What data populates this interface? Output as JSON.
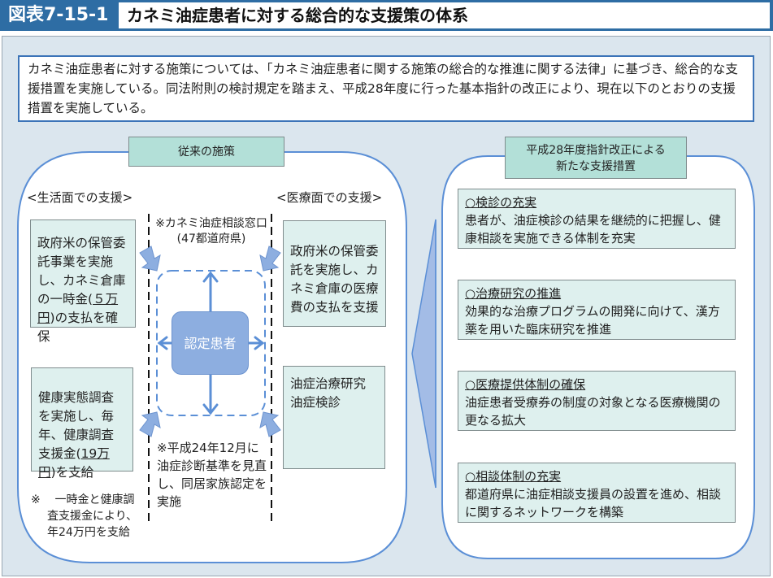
{
  "header": {
    "figure_label": "図表7-15-1",
    "title": "カネミ油症患者に対する総合的な支援策の体系"
  },
  "intro": {
    "text": "カネミ油症患者に対する施策については、「カネミ油症患者に関する施策の総合的な推進に関する法律」に基づき、総合的な支援措置を実施している。同法附則の検討規定を踏まえ、平成28年度に行った基本指針の改正により、現在以下のとおりの支援措置を実施している。"
  },
  "left_panel": {
    "tag": "従来の施策",
    "life_heading": "<生活面での支援>",
    "medical_heading": "<医療面での支援>",
    "life_box_1": {
      "text_before": "政府米の保管委託事業を実施し、カネミ倉庫の一時金(",
      "amount": "５万円",
      "text_after": ")の支払を確保"
    },
    "life_box_2": {
      "text_before": "健康実態調査を実施し、毎年、健康調査支援金(",
      "amount": "19万円",
      "text_after": ")を支給"
    },
    "medical_box_1": "政府米の保管委託を実施し、カネミ倉庫の医療費の支払を支援",
    "medical_box_2_line1": "油症治療研究",
    "medical_box_2_line2": "油症検診",
    "center_note_top_line1": "※カネミ油症相談窓口",
    "center_note_top_line2": "(47都道府県)",
    "center_node": "認定患者",
    "center_note_bottom": "※平成24年12月に油症診断基準を見直し、同居家族認定を実施",
    "footnote_mark": "※",
    "footnote_line1": "一時金と健康調",
    "footnote_line2": "査支援金により、",
    "footnote_line3": "年24万円を支給"
  },
  "right_panel": {
    "tag_line1": "平成28年度指針改正による",
    "tag_line2": "新たな支援措置",
    "items": [
      {
        "title": "○検診の充実",
        "body": "患者が、油症検診の結果を継続的に把握し、健康相談を実施できる体制を充実"
      },
      {
        "title": "○治療研究の推進",
        "body": "効果的な治療プログラムの開発に向けて、漢方薬を用いた臨床研究を推進"
      },
      {
        "title": "○医療提供体制の確保",
        "body": "油症患者受療券の制度の対象となる医療機関の更なる拡大"
      },
      {
        "title": "○相談体制の充実",
        "body": "都道府県に油症相談支援員の設置を進め、相談に関するネットワークを構築"
      }
    ]
  },
  "colors": {
    "title_bar": "#2e6da4",
    "frame_bg": "#dbe6ee",
    "panel_border": "#5b8fd6",
    "tag_fill": "#b3e0d8",
    "box_fill": "#def0ee",
    "arrow_fill": "#8daee0"
  }
}
